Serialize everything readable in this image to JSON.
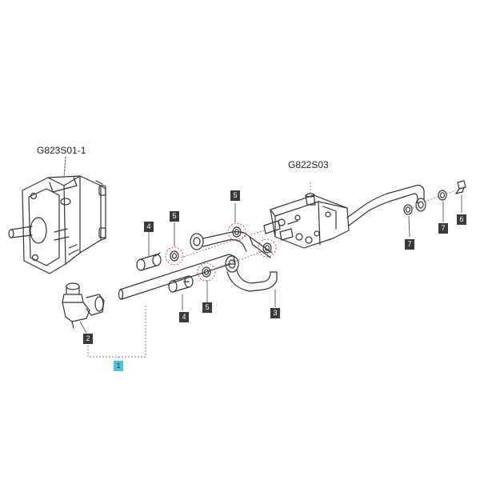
{
  "references": {
    "pump": "G823S01-1",
    "valve": "G822S03"
  },
  "callouts": {
    "c1": "1",
    "c2": "2",
    "c3": "3",
    "c4a": "4",
    "c4b": "4",
    "c5a": "5",
    "c5b": "5",
    "c5c": "5",
    "c6": "6",
    "c7a": "7",
    "c7b": "7"
  },
  "colors": {
    "line": "#333333",
    "callout_bg": "#3a3a3a",
    "callout_selected": "#4fc3d6",
    "seal_highlight": "#d04a4a"
  },
  "selected_callout": "1"
}
